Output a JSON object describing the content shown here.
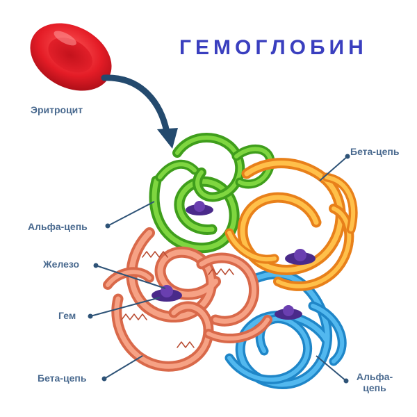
{
  "title": "ГЕМОГЛОБИН",
  "labels": {
    "erythrocyte": "Эритроцит",
    "beta_chain_top": "Бета-цепь",
    "alpha_chain_left": "Альфа-цепь",
    "iron": "Железо",
    "heme": "Гем",
    "beta_chain_bottom": "Бета-цепь",
    "alpha_chain_bottom_line1": "Альфа-",
    "alpha_chain_bottom_line2": "цепь"
  },
  "colors": {
    "title": "#3a3fbf",
    "label_text": "#4a6a8f",
    "leader_line": "#2e5377",
    "arrow": "#244a6e",
    "erythrocyte": "#e0202a",
    "alpha_green": "#5cbf2a",
    "beta_orange": "#f5a020",
    "beta_salmon": "#ee8a6a",
    "alpha_blue": "#2a9ee0",
    "heme_purple": "#4a2a8a"
  }
}
